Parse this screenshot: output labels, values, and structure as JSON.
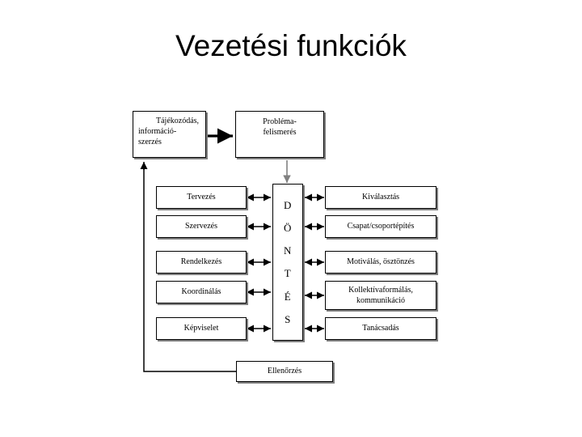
{
  "slide": {
    "title": "Vezetési funkciók",
    "background_color": "#ffffff",
    "text_color": "#000000",
    "box_border_color": "#000000",
    "box_shadow_color": "#7f7f7f",
    "arrow_color": "#000000",
    "gray_arrow_color": "#808080"
  },
  "diagram": {
    "top_row": [
      {
        "id": "tajekozodas",
        "line1": "Tájékozódás,",
        "line2": "információ-",
        "line3": "szerzés"
      },
      {
        "id": "problema",
        "line1": "Probléma-",
        "line2": "felismerés"
      }
    ],
    "center": {
      "id": "dontes",
      "word": "DÖNTÉS",
      "letters": [
        "D",
        "Ö",
        "N",
        "T",
        "É",
        "S"
      ]
    },
    "left_column": [
      {
        "id": "tervezes",
        "label": "Tervezés"
      },
      {
        "id": "szervezes",
        "label": "Szervezés"
      },
      {
        "id": "rendelkezes",
        "label": "Rendelkezés"
      },
      {
        "id": "koordinalas",
        "label": "Koordinálás"
      },
      {
        "id": "kepviselet",
        "label": "Képviselet"
      }
    ],
    "right_column": [
      {
        "id": "kivalasztas",
        "label": "Kiválasztás"
      },
      {
        "id": "csapatepites",
        "label": "Csapat/csoportépítés"
      },
      {
        "id": "motivalas",
        "label": "Motiválás, ösztönzés"
      },
      {
        "id": "kollektiva",
        "line1": "Kollektívaformálás,",
        "line2": "kommunikáció"
      },
      {
        "id": "tanacsadas",
        "label": "Tanácsadás"
      }
    ],
    "bottom": {
      "id": "ellenorzes",
      "label": "Ellenőrzés"
    }
  }
}
